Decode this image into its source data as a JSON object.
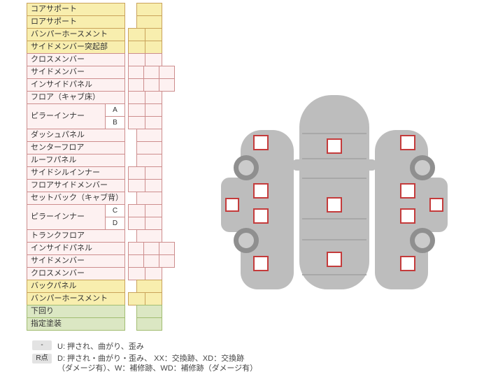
{
  "parts_table": {
    "rows": [
      {
        "label": "コアサポート",
        "color": "yellow",
        "cells": 1
      },
      {
        "label": "ロアサポート",
        "color": "yellow",
        "cells": 1
      },
      {
        "label": "バンパーホースメント",
        "color": "yellow",
        "cells": 2
      },
      {
        "label": "サイドメンバー突起部",
        "color": "yellow",
        "cells": 2
      },
      {
        "label": "クロスメンバー",
        "color": "pink",
        "cells": 2
      },
      {
        "label": "サイドメンバー",
        "color": "pink",
        "cells": 3
      },
      {
        "label": "インサイドパネル",
        "color": "pink",
        "cells": 3
      },
      {
        "label": "フロア（キャブ床）",
        "color": "pink",
        "cells": 2
      },
      {
        "label": "ピラーインナー",
        "color": "pink",
        "cells": 2,
        "sub": [
          "A",
          "B"
        ]
      },
      {
        "label": "ダッシュパネル",
        "color": "pink",
        "cells": 1
      },
      {
        "label": "センターフロア",
        "color": "pink",
        "cells": 1
      },
      {
        "label": "ルーフパネル",
        "color": "pink",
        "cells": 1
      },
      {
        "label": "サイドシルインナー",
        "color": "pink",
        "cells": 2
      },
      {
        "label": "フロアサイドメンバー",
        "color": "pink",
        "cells": 2
      },
      {
        "label": "セットバック（キャブ背）",
        "color": "pink",
        "cells": 1
      },
      {
        "label": "ピラーインナー",
        "color": "pink",
        "cells": 2,
        "sub": [
          "C",
          "D"
        ]
      },
      {
        "label": "トランクフロア",
        "color": "pink",
        "cells": 1
      },
      {
        "label": "インサイドパネル",
        "color": "pink",
        "cells": 3
      },
      {
        "label": "サイドメンバー",
        "color": "pink",
        "cells": 3
      },
      {
        "label": "クロスメンバー",
        "color": "pink",
        "cells": 2
      },
      {
        "label": "バックパネル",
        "color": "yellow",
        "cells": 1
      },
      {
        "label": "バンパーホースメント",
        "color": "yellow",
        "cells": 2
      },
      {
        "label": "下回り",
        "color": "green",
        "cells": 1
      },
      {
        "label": "指定塗装",
        "color": "green",
        "cells": 1
      }
    ]
  },
  "legend": {
    "mark1": "-",
    "text1": "U: 押され、曲がり、歪み",
    "mark2": "R点",
    "text2_line1": "D: 押され・曲がり・歪み、 XX：交換跡、XD：交換跡",
    "text2_line2": "（ダメージ有）、W：補修跡、WD：補修跡（ダメージ有）"
  },
  "colors": {
    "yellow_bg": "#f8eeae",
    "yellow_border": "#c9a25a",
    "pink_bg": "#fdf1f1",
    "pink_border": "#cd8d8d",
    "green_bg": "#dbe7c3",
    "green_border": "#a2bd72",
    "marker_border": "#c43b3b",
    "car_gray": "#bdbdbd"
  },
  "diagram": {
    "views": [
      "left-side-view",
      "top-view",
      "right-side-view"
    ],
    "center_marker_count": 3,
    "side_marker_count": 5
  }
}
